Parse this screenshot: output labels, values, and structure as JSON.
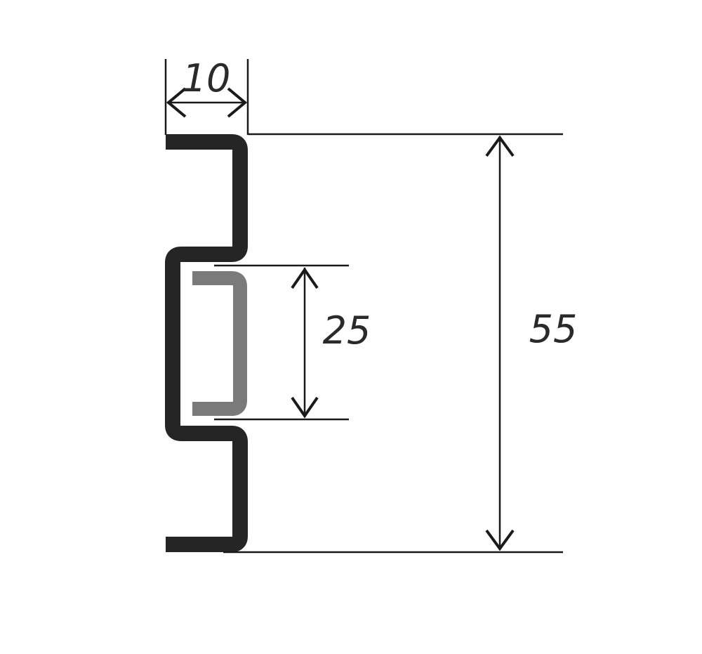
{
  "dimensions": {
    "width_label": "10",
    "insert_height_label": "25",
    "total_height_label": "55"
  },
  "colors": {
    "profile": "#252525",
    "insert": "#7a7a7a",
    "dimension_line": "#1a1a1a",
    "text": "#2a2a2a",
    "background": "#ffffff"
  }
}
